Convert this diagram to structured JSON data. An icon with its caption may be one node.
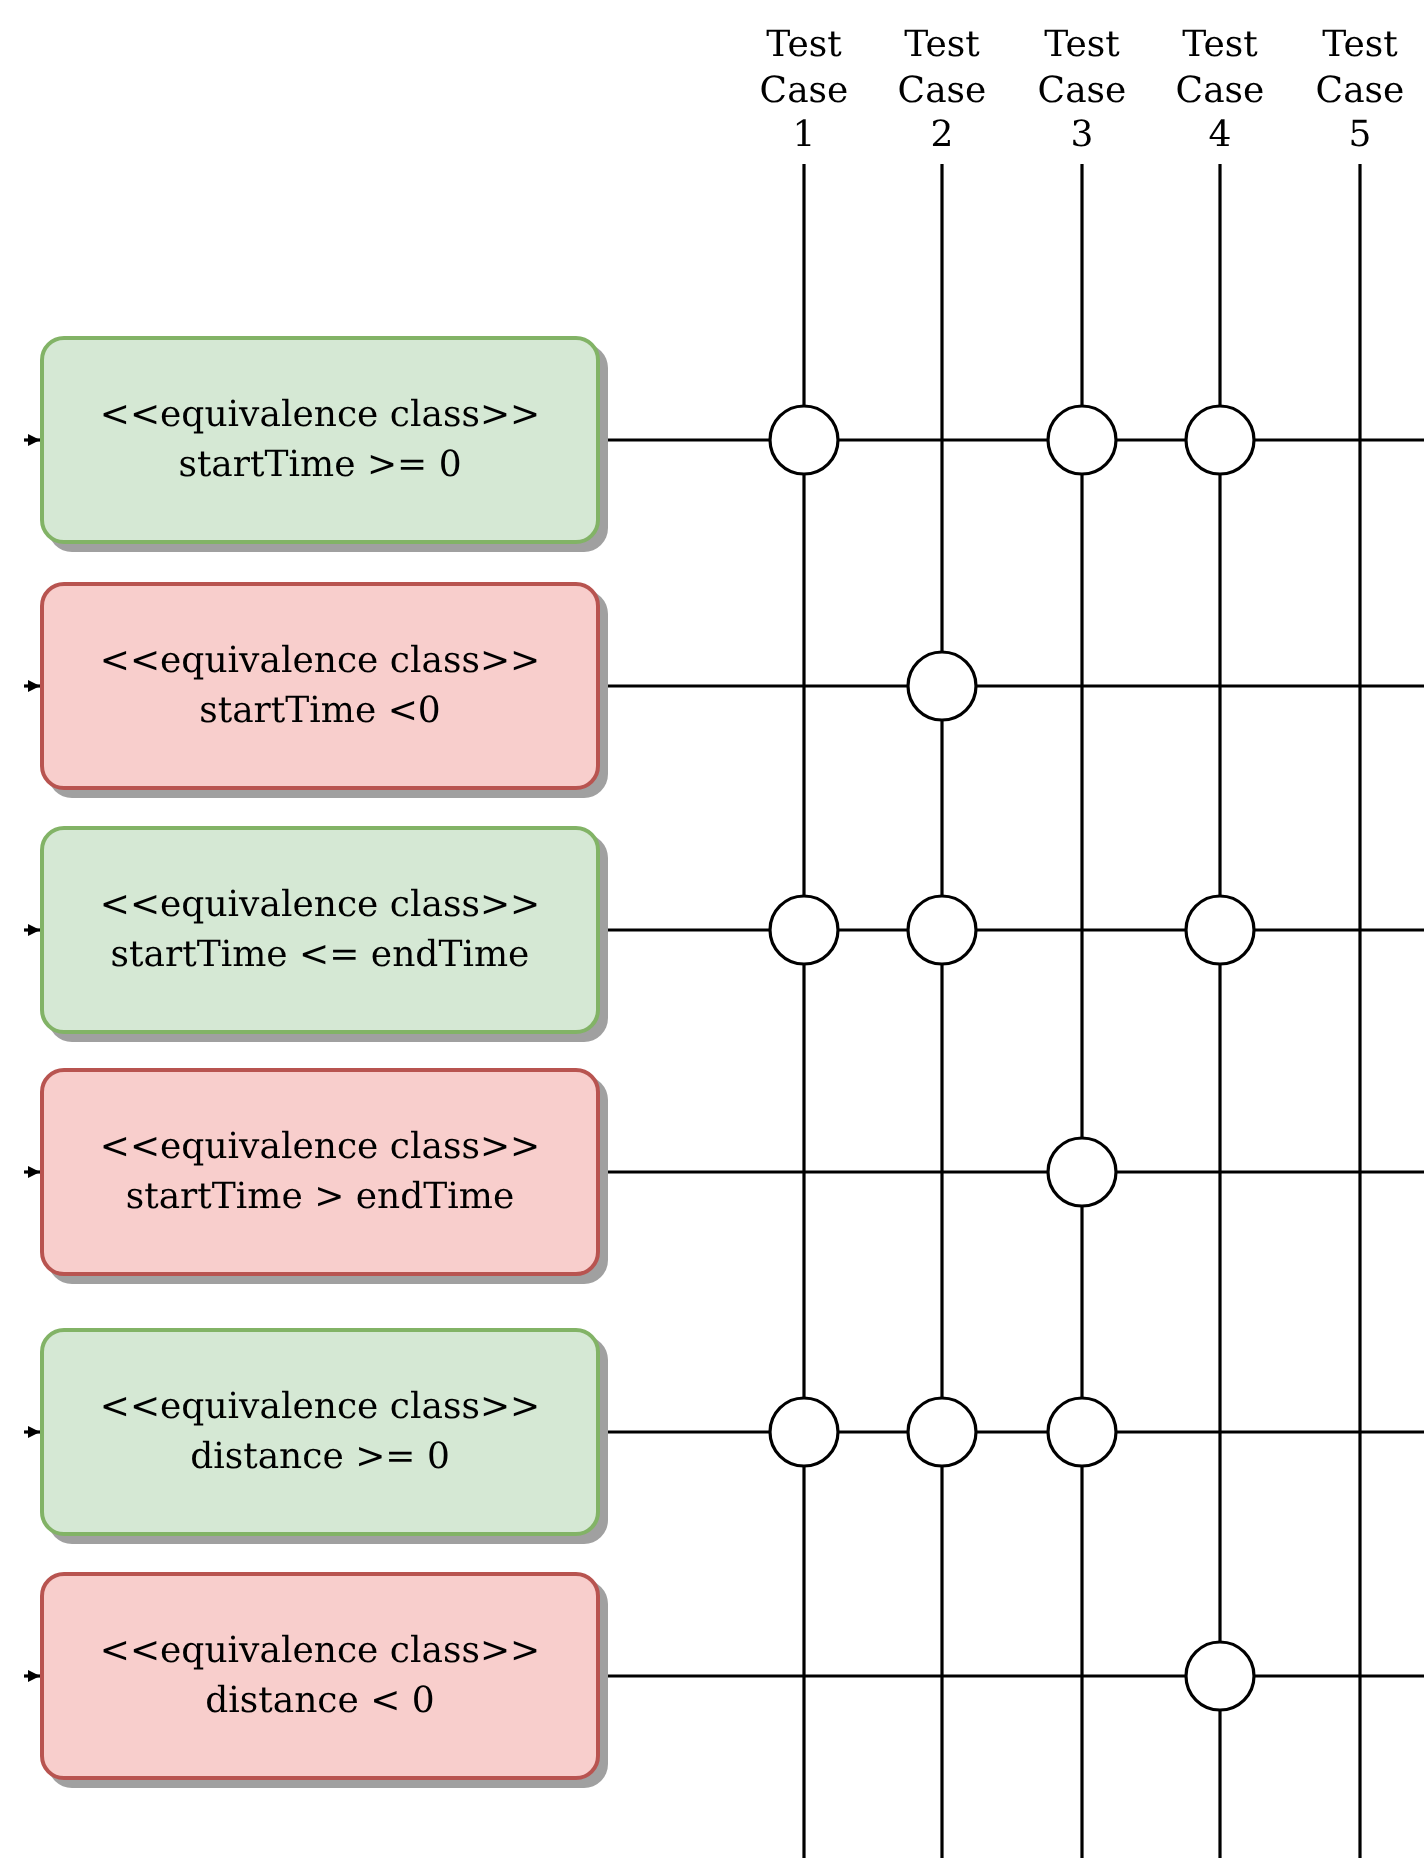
{
  "diagram": {
    "nodes": [
      {
        "text": [
          "Test Case 1"
        ]
      },
      {
        "text": [
          "Test Case 2"
        ]
      },
      {
        "text": [
          "Test Case 3"
        ]
      },
      {
        "text": [
          "Test Case 4"
        ]
      },
      {
        "text": [
          "Test Case 5"
        ]
      },
      {
        "text": [
          "<<equivalence class>>",
          "startTime >= 0"
        ]
      },
      {
        "text": [],
        "shape": "circle"
      },
      {
        "text": [],
        "shape": "circle"
      },
      {
        "text": [],
        "shape": "circle"
      },
      {
        "text": [
          "<<equivalence class>>",
          "startTime <0"
        ]
      },
      {
        "text": [],
        "shape": "circle"
      },
      {
        "text": [
          "<<equivalence class>>",
          "startTime <= endTime"
        ]
      },
      {
        "text": [],
        "shape": "circle"
      },
      {
        "text": [],
        "shape": "circle"
      },
      {
        "text": [],
        "shape": "circle"
      },
      {
        "text": [
          "<<equivalence class>>",
          "startTime > endTime"
        ]
      },
      {
        "text": [],
        "shape": "circle"
      },
      {
        "text": [
          "<<equivalence class>>",
          "distance >= 0"
        ]
      },
      {
        "text": [],
        "shape": "circle"
      },
      {
        "text": [],
        "shape": "circle"
      },
      {
        "text": [],
        "shape": "circle"
      },
      {
        "text": [
          "<<equivalence class>>",
          "distance < 0"
        ]
      },
      {
        "text": [],
        "shape": "circle"
      }
    ],
    "edges": [
      {
        "from": null,
        "to": 5,
        "arrow": "to"
      },
      {
        "from": null,
        "to": 9,
        "arrow": "to"
      },
      {
        "from": null,
        "to": 11,
        "arrow": "to"
      },
      {
        "from": null,
        "to": 15,
        "arrow": "to"
      },
      {
        "from": null,
        "to": 17,
        "arrow": "to"
      },
      {
        "from": null,
        "to": 21,
        "arrow": "to"
      },
      {
        "from": 5,
        "to": 6,
        "arrow": "none"
      },
      {
        "from": 6,
        "to": 7,
        "arrow": "none"
      },
      {
        "from": 7,
        "to": 8,
        "arrow": "none"
      },
      {
        "from": 8,
        "to": null,
        "arrow": "none"
      },
      {
        "from": 9,
        "to": 10,
        "arrow": "none"
      },
      {
        "from": 10,
        "to": null,
        "arrow": "none"
      },
      {
        "from": 11,
        "to": 12,
        "arrow": "none"
      },
      {
        "from": 12,
        "to": 13,
        "arrow": "none"
      },
      {
        "from": 13,
        "to": 14,
        "arrow": "none"
      },
      {
        "from": 14,
        "to": null,
        "arrow": "none"
      },
      {
        "from": 15,
        "to": 16,
        "arrow": "none"
      },
      {
        "from": 16,
        "to": null,
        "arrow": "none"
      },
      {
        "from": 17,
        "to": 18,
        "arrow": "none"
      },
      {
        "from": 18,
        "to": 19,
        "arrow": "none"
      },
      {
        "from": 19,
        "to": 20,
        "arrow": "none"
      },
      {
        "from": 20,
        "to": null,
        "arrow": "none"
      },
      {
        "from": 21,
        "to": 22,
        "arrow": "none"
      },
      {
        "from": 22,
        "to": null,
        "arrow": "none"
      },
      {
        "from": 0,
        "to": 6,
        "arrow": "none"
      },
      {
        "from": 6,
        "to": 12,
        "arrow": "none"
      },
      {
        "from": 12,
        "to": 18,
        "arrow": "none"
      },
      {
        "from": 18,
        "to": null,
        "arrow": "none"
      },
      {
        "from": 1,
        "to": 10,
        "arrow": "none"
      },
      {
        "from": 10,
        "to": 13,
        "arrow": "none"
      },
      {
        "from": 13,
        "to": 19,
        "arrow": "none"
      },
      {
        "from": 19,
        "to": null,
        "arrow": "none"
      },
      {
        "from": 2,
        "to": 7,
        "arrow": "none"
      },
      {
        "from": 7,
        "to": 16,
        "arrow": "none"
      },
      {
        "from": 16,
        "to": 20,
        "arrow": "none"
      },
      {
        "from": 20,
        "to": null,
        "arrow": "none"
      },
      {
        "from": 3,
        "to": 8,
        "arrow": "none"
      },
      {
        "from": 8,
        "to": 14,
        "arrow": "none"
      },
      {
        "from": 14,
        "to": 22,
        "arrow": "none"
      },
      {
        "from": 22,
        "to": null,
        "arrow": "none"
      },
      {
        "from": 4,
        "to": null,
        "arrow": "none"
      }
    ]
  }
}
